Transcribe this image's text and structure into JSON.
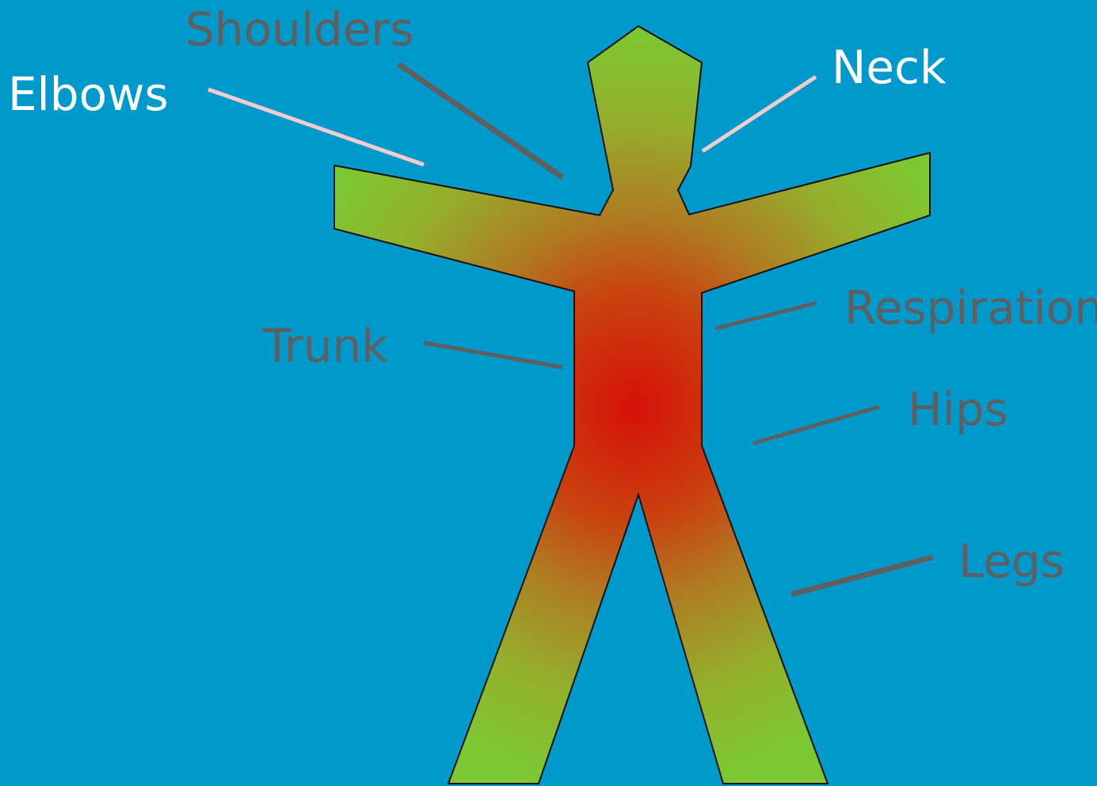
{
  "colors": {
    "background": "#0099cc",
    "low_load": "#7cc832",
    "high_load": "#d61008",
    "label_dark": "#5f5f5f",
    "label_light": "#ffffff",
    "leader_dark": "#5f5f5f",
    "leader_light": "#f4cccc"
  },
  "labels": {
    "shoulders": "Shoulders",
    "elbows": "Elbows",
    "neck": "Neck",
    "respiration": "Respiration",
    "trunk": "Trunk",
    "hips": "Hips",
    "legs": "Legs"
  },
  "highlighted": [
    "elbows",
    "neck"
  ]
}
